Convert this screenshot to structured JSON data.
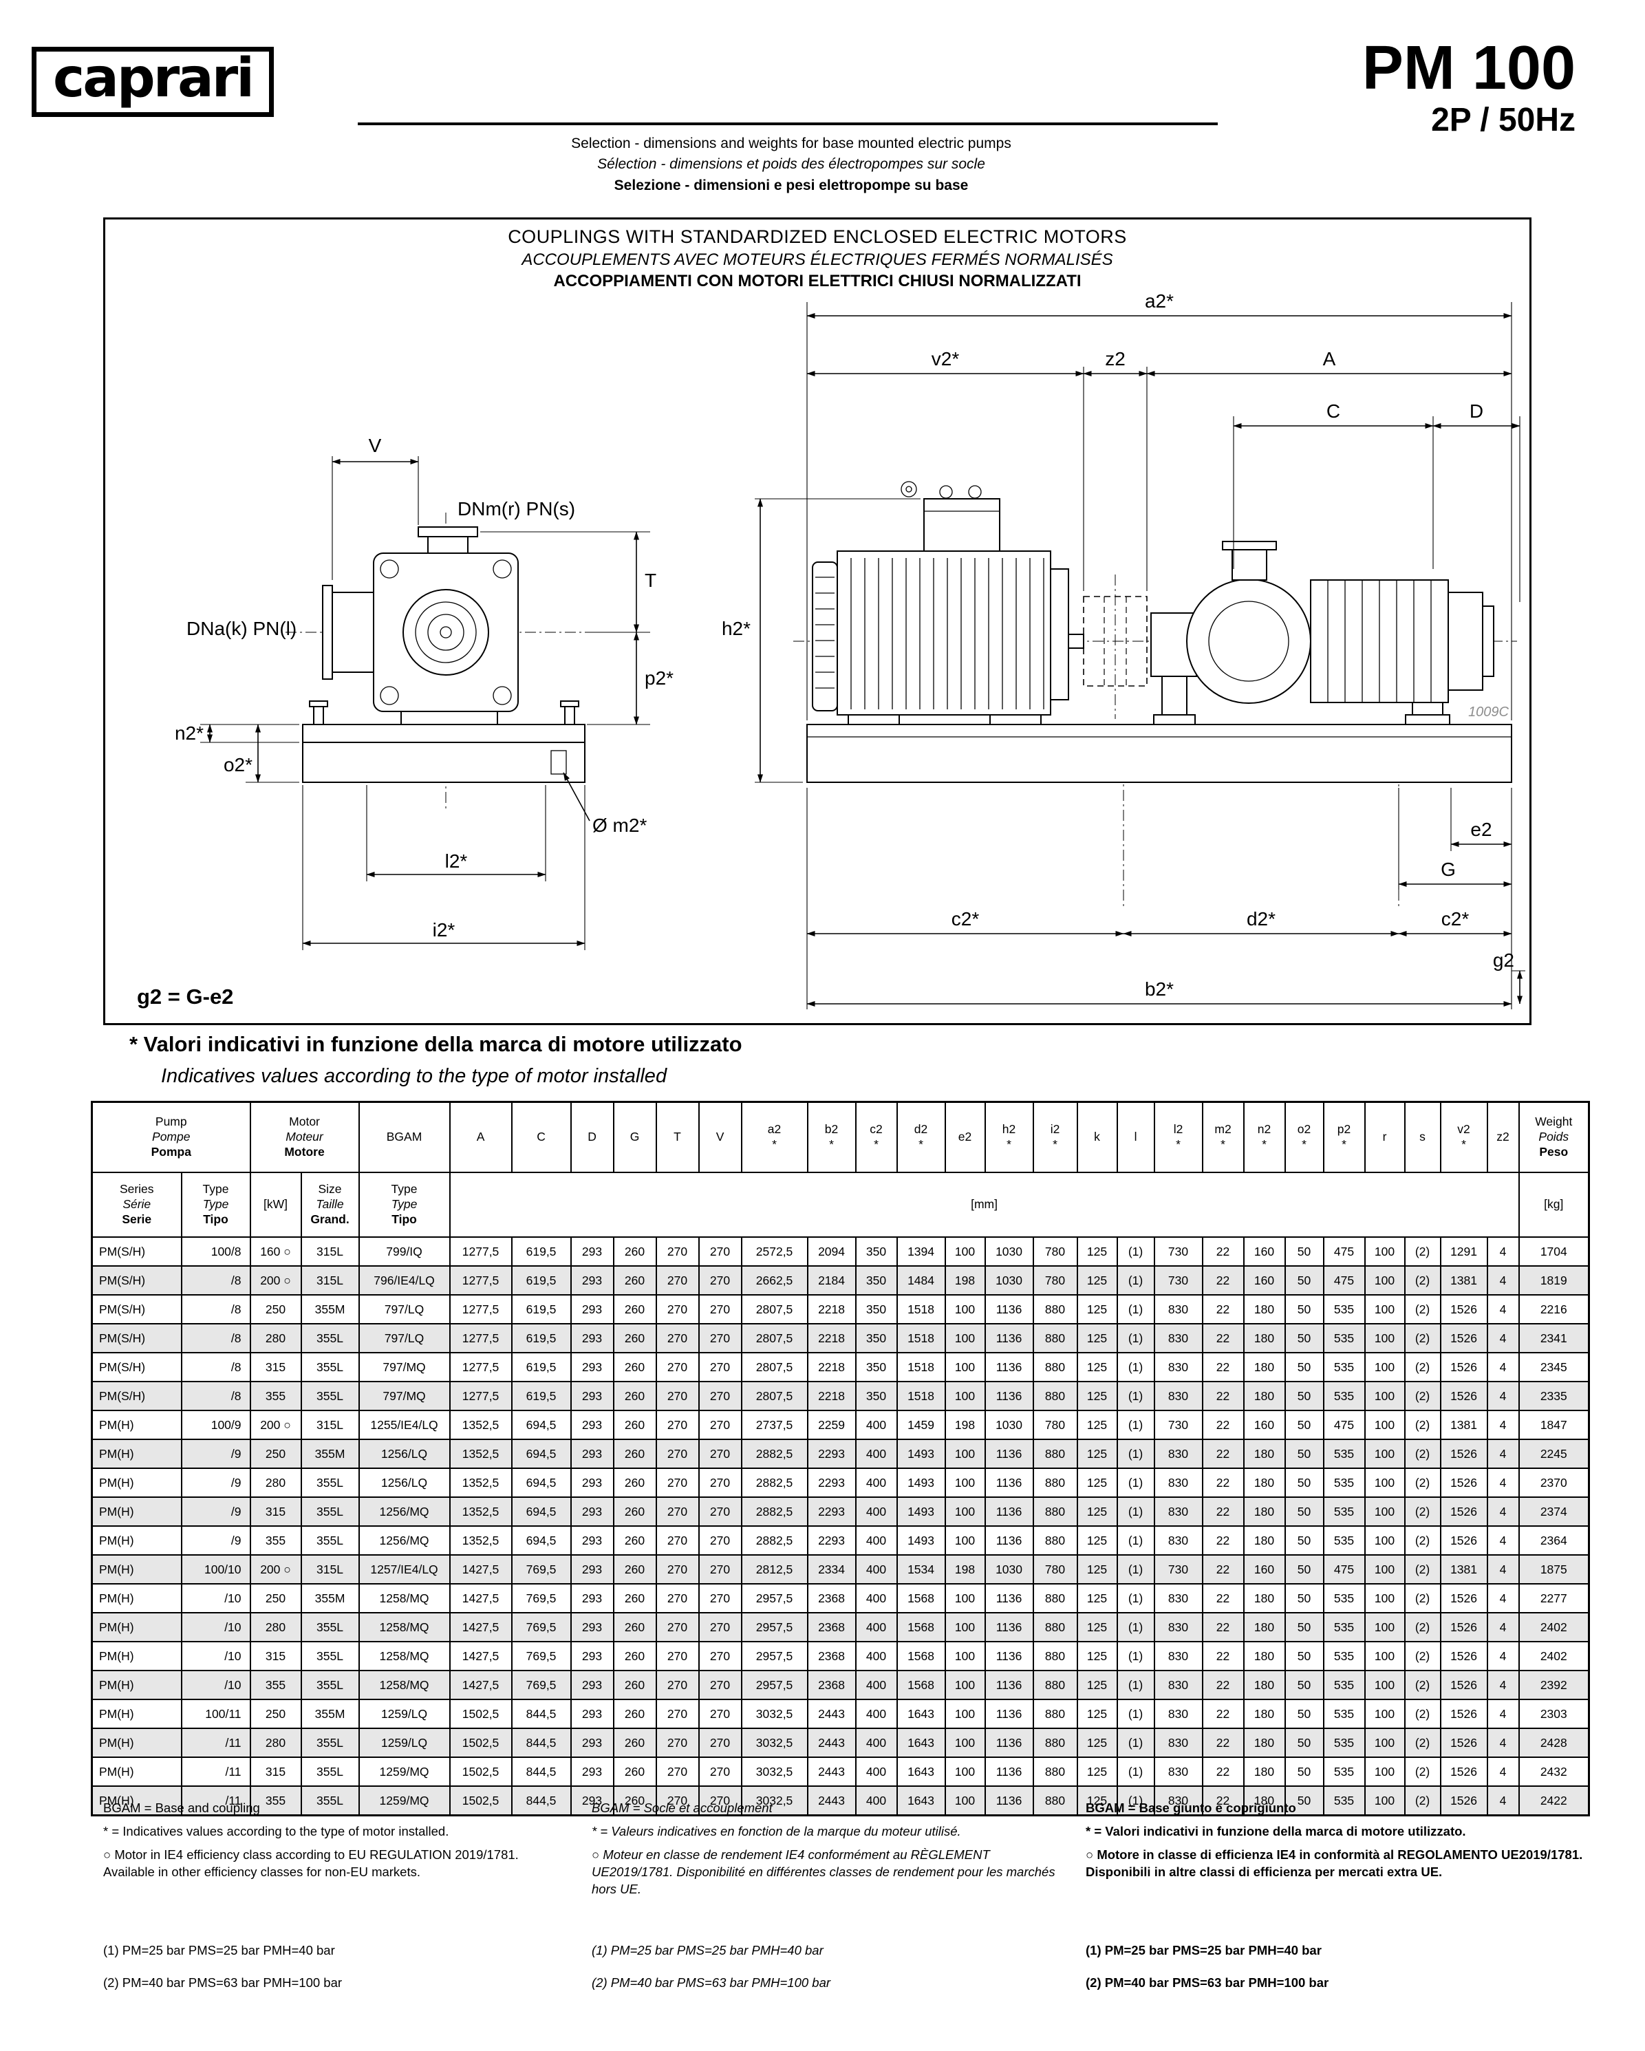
{
  "meta": {
    "brand": "caprari",
    "model": "PM 100",
    "spec": "2P / 50Hz"
  },
  "header": {
    "subtitle_en": "Selection - dimensions and weights for base mounted electric pumps",
    "subtitle_fr": "Sélection - dimensions et poids des électropompes sur socle",
    "subtitle_it": "Selezione - dimensioni e pesi elettropompe su base"
  },
  "drawing": {
    "title_en": "COUPLINGS WITH STANDARDIZED ENCLOSED ELECTRIC MOTORS",
    "title_fr": "ACCOUPLEMENTS AVEC MOTEURS ÉLECTRIQUES FERMÉS NORMALISÉS",
    "title_it": "ACCOPPIAMENTI CON MOTORI ELETTRICI CHIUSI NORMALIZZATI",
    "note_it": "* Valori indicativi in funzione della marca di motore utilizzato",
    "note_en": "Indicatives values according to the type of motor installed",
    "labels": {
      "a2": "a2*",
      "v2": "v2*",
      "z2": "z2",
      "A": "A",
      "C": "C",
      "D": "D",
      "V": "V",
      "dnm": "DNm(r) PN(s)",
      "T": "T",
      "h2": "h2*",
      "dna": "DNa(k) PN(l)",
      "p2": "p2*",
      "n2": "n2*",
      "o2": "o2*",
      "m2": "Ø m2*",
      "l2": "l2*",
      "i2": "i2*",
      "c2_left": "c2*",
      "d2": "d2*",
      "c2_right": "c2*",
      "b2": "b2*",
      "e2": "e2",
      "G": "G",
      "g2": "g2",
      "g2_formula": "g2 = G-e2",
      "drawing_ref": "1009C"
    }
  },
  "table": {
    "head": {
      "pump": [
        "Pump",
        "Pompe",
        "Pompa"
      ],
      "motor": [
        "Motor",
        "Moteur",
        "Motore"
      ],
      "bgam": "BGAM",
      "weight": [
        "Weight",
        "Poids",
        "Peso"
      ],
      "series": [
        "Series",
        "Série",
        "Serie"
      ],
      "type": [
        "Type",
        "Type",
        "Tipo"
      ],
      "kw": "[kW]",
      "size": [
        "Size",
        "Taille",
        "Grand."
      ],
      "bgam_type": [
        "Type",
        "Type",
        "Tipo"
      ],
      "mm": "[mm]",
      "kg": "[kg]",
      "dims": [
        {
          "n": "A"
        },
        {
          "n": "C"
        },
        {
          "n": "D"
        },
        {
          "n": "G"
        },
        {
          "n": "T"
        },
        {
          "n": "V"
        },
        {
          "n": "a2",
          "s": true
        },
        {
          "n": "b2",
          "s": true
        },
        {
          "n": "c2",
          "s": true
        },
        {
          "n": "d2",
          "s": true
        },
        {
          "n": "e2"
        },
        {
          "n": "h2",
          "s": true
        },
        {
          "n": "i2",
          "s": true
        },
        {
          "n": "k"
        },
        {
          "n": "l"
        },
        {
          "n": "l2",
          "s": true
        },
        {
          "n": "m2",
          "s": true
        },
        {
          "n": "n2",
          "s": true
        },
        {
          "n": "o2",
          "s": true
        },
        {
          "n": "p2",
          "s": true
        },
        {
          "n": "r"
        },
        {
          "n": "s"
        },
        {
          "n": "v2",
          "s": true
        },
        {
          "n": "z2"
        }
      ]
    },
    "rows": [
      {
        "series": "PM(S/H)",
        "type": "100/8",
        "kw": "160 ○",
        "size": "315L",
        "bgam": "799/IQ",
        "dims": [
          "1277,5",
          "619,5",
          "293",
          "260",
          "270",
          "270",
          "2572,5",
          "2094",
          "350",
          "1394",
          "100",
          "1030",
          "780",
          "125",
          "(1)",
          "730",
          "22",
          "160",
          "50",
          "475",
          "100",
          "(2)",
          "1291",
          "4"
        ],
        "weight": "1704"
      },
      {
        "series": "PM(S/H)",
        "type": "/8",
        "kw": "200 ○",
        "size": "315L",
        "bgam": "796/IE4/LQ",
        "dims": [
          "1277,5",
          "619,5",
          "293",
          "260",
          "270",
          "270",
          "2662,5",
          "2184",
          "350",
          "1484",
          "198",
          "1030",
          "780",
          "125",
          "(1)",
          "730",
          "22",
          "160",
          "50",
          "475",
          "100",
          "(2)",
          "1381",
          "4"
        ],
        "weight": "1819"
      },
      {
        "series": "PM(S/H)",
        "type": "/8",
        "kw": "250",
        "size": "355M",
        "bgam": "797/LQ",
        "dims": [
          "1277,5",
          "619,5",
          "293",
          "260",
          "270",
          "270",
          "2807,5",
          "2218",
          "350",
          "1518",
          "100",
          "1136",
          "880",
          "125",
          "(1)",
          "830",
          "22",
          "180",
          "50",
          "535",
          "100",
          "(2)",
          "1526",
          "4"
        ],
        "weight": "2216"
      },
      {
        "series": "PM(S/H)",
        "type": "/8",
        "kw": "280",
        "size": "355L",
        "bgam": "797/LQ",
        "dims": [
          "1277,5",
          "619,5",
          "293",
          "260",
          "270",
          "270",
          "2807,5",
          "2218",
          "350",
          "1518",
          "100",
          "1136",
          "880",
          "125",
          "(1)",
          "830",
          "22",
          "180",
          "50",
          "535",
          "100",
          "(2)",
          "1526",
          "4"
        ],
        "weight": "2341"
      },
      {
        "series": "PM(S/H)",
        "type": "/8",
        "kw": "315",
        "size": "355L",
        "bgam": "797/MQ",
        "dims": [
          "1277,5",
          "619,5",
          "293",
          "260",
          "270",
          "270",
          "2807,5",
          "2218",
          "350",
          "1518",
          "100",
          "1136",
          "880",
          "125",
          "(1)",
          "830",
          "22",
          "180",
          "50",
          "535",
          "100",
          "(2)",
          "1526",
          "4"
        ],
        "weight": "2345"
      },
      {
        "series": "PM(S/H)",
        "type": "/8",
        "kw": "355",
        "size": "355L",
        "bgam": "797/MQ",
        "dims": [
          "1277,5",
          "619,5",
          "293",
          "260",
          "270",
          "270",
          "2807,5",
          "2218",
          "350",
          "1518",
          "100",
          "1136",
          "880",
          "125",
          "(1)",
          "830",
          "22",
          "180",
          "50",
          "535",
          "100",
          "(2)",
          "1526",
          "4"
        ],
        "weight": "2335"
      },
      {
        "series": "PM(H)",
        "type": "100/9",
        "kw": "200 ○",
        "size": "315L",
        "bgam": "1255/IE4/LQ",
        "dims": [
          "1352,5",
          "694,5",
          "293",
          "260",
          "270",
          "270",
          "2737,5",
          "2259",
          "400",
          "1459",
          "198",
          "1030",
          "780",
          "125",
          "(1)",
          "730",
          "22",
          "160",
          "50",
          "475",
          "100",
          "(2)",
          "1381",
          "4"
        ],
        "weight": "1847"
      },
      {
        "series": "PM(H)",
        "type": "/9",
        "kw": "250",
        "size": "355M",
        "bgam": "1256/LQ",
        "dims": [
          "1352,5",
          "694,5",
          "293",
          "260",
          "270",
          "270",
          "2882,5",
          "2293",
          "400",
          "1493",
          "100",
          "1136",
          "880",
          "125",
          "(1)",
          "830",
          "22",
          "180",
          "50",
          "535",
          "100",
          "(2)",
          "1526",
          "4"
        ],
        "weight": "2245"
      },
      {
        "series": "PM(H)",
        "type": "/9",
        "kw": "280",
        "size": "355L",
        "bgam": "1256/LQ",
        "dims": [
          "1352,5",
          "694,5",
          "293",
          "260",
          "270",
          "270",
          "2882,5",
          "2293",
          "400",
          "1493",
          "100",
          "1136",
          "880",
          "125",
          "(1)",
          "830",
          "22",
          "180",
          "50",
          "535",
          "100",
          "(2)",
          "1526",
          "4"
        ],
        "weight": "2370"
      },
      {
        "series": "PM(H)",
        "type": "/9",
        "kw": "315",
        "size": "355L",
        "bgam": "1256/MQ",
        "dims": [
          "1352,5",
          "694,5",
          "293",
          "260",
          "270",
          "270",
          "2882,5",
          "2293",
          "400",
          "1493",
          "100",
          "1136",
          "880",
          "125",
          "(1)",
          "830",
          "22",
          "180",
          "50",
          "535",
          "100",
          "(2)",
          "1526",
          "4"
        ],
        "weight": "2374"
      },
      {
        "series": "PM(H)",
        "type": "/9",
        "kw": "355",
        "size": "355L",
        "bgam": "1256/MQ",
        "dims": [
          "1352,5",
          "694,5",
          "293",
          "260",
          "270",
          "270",
          "2882,5",
          "2293",
          "400",
          "1493",
          "100",
          "1136",
          "880",
          "125",
          "(1)",
          "830",
          "22",
          "180",
          "50",
          "535",
          "100",
          "(2)",
          "1526",
          "4"
        ],
        "weight": "2364"
      },
      {
        "series": "PM(H)",
        "type": "100/10",
        "kw": "200 ○",
        "size": "315L",
        "bgam": "1257/IE4/LQ",
        "dims": [
          "1427,5",
          "769,5",
          "293",
          "260",
          "270",
          "270",
          "2812,5",
          "2334",
          "400",
          "1534",
          "198",
          "1030",
          "780",
          "125",
          "(1)",
          "730",
          "22",
          "160",
          "50",
          "475",
          "100",
          "(2)",
          "1381",
          "4"
        ],
        "weight": "1875"
      },
      {
        "series": "PM(H)",
        "type": "/10",
        "kw": "250",
        "size": "355M",
        "bgam": "1258/MQ",
        "dims": [
          "1427,5",
          "769,5",
          "293",
          "260",
          "270",
          "270",
          "2957,5",
          "2368",
          "400",
          "1568",
          "100",
          "1136",
          "880",
          "125",
          "(1)",
          "830",
          "22",
          "180",
          "50",
          "535",
          "100",
          "(2)",
          "1526",
          "4"
        ],
        "weight": "2277"
      },
      {
        "series": "PM(H)",
        "type": "/10",
        "kw": "280",
        "size": "355L",
        "bgam": "1258/MQ",
        "dims": [
          "1427,5",
          "769,5",
          "293",
          "260",
          "270",
          "270",
          "2957,5",
          "2368",
          "400",
          "1568",
          "100",
          "1136",
          "880",
          "125",
          "(1)",
          "830",
          "22",
          "180",
          "50",
          "535",
          "100",
          "(2)",
          "1526",
          "4"
        ],
        "weight": "2402"
      },
      {
        "series": "PM(H)",
        "type": "/10",
        "kw": "315",
        "size": "355L",
        "bgam": "1258/MQ",
        "dims": [
          "1427,5",
          "769,5",
          "293",
          "260",
          "270",
          "270",
          "2957,5",
          "2368",
          "400",
          "1568",
          "100",
          "1136",
          "880",
          "125",
          "(1)",
          "830",
          "22",
          "180",
          "50",
          "535",
          "100",
          "(2)",
          "1526",
          "4"
        ],
        "weight": "2402"
      },
      {
        "series": "PM(H)",
        "type": "/10",
        "kw": "355",
        "size": "355L",
        "bgam": "1258/MQ",
        "dims": [
          "1427,5",
          "769,5",
          "293",
          "260",
          "270",
          "270",
          "2957,5",
          "2368",
          "400",
          "1568",
          "100",
          "1136",
          "880",
          "125",
          "(1)",
          "830",
          "22",
          "180",
          "50",
          "535",
          "100",
          "(2)",
          "1526",
          "4"
        ],
        "weight": "2392"
      },
      {
        "series": "PM(H)",
        "type": "100/11",
        "kw": "250",
        "size": "355M",
        "bgam": "1259/LQ",
        "dims": [
          "1502,5",
          "844,5",
          "293",
          "260",
          "270",
          "270",
          "3032,5",
          "2443",
          "400",
          "1643",
          "100",
          "1136",
          "880",
          "125",
          "(1)",
          "830",
          "22",
          "180",
          "50",
          "535",
          "100",
          "(2)",
          "1526",
          "4"
        ],
        "weight": "2303"
      },
      {
        "series": "PM(H)",
        "type": "/11",
        "kw": "280",
        "size": "355L",
        "bgam": "1259/LQ",
        "dims": [
          "1502,5",
          "844,5",
          "293",
          "260",
          "270",
          "270",
          "3032,5",
          "2443",
          "400",
          "1643",
          "100",
          "1136",
          "880",
          "125",
          "(1)",
          "830",
          "22",
          "180",
          "50",
          "535",
          "100",
          "(2)",
          "1526",
          "4"
        ],
        "weight": "2428"
      },
      {
        "series": "PM(H)",
        "type": "/11",
        "kw": "315",
        "size": "355L",
        "bgam": "1259/MQ",
        "dims": [
          "1502,5",
          "844,5",
          "293",
          "260",
          "270",
          "270",
          "3032,5",
          "2443",
          "400",
          "1643",
          "100",
          "1136",
          "880",
          "125",
          "(1)",
          "830",
          "22",
          "180",
          "50",
          "535",
          "100",
          "(2)",
          "1526",
          "4"
        ],
        "weight": "2432"
      },
      {
        "series": "PM(H)",
        "type": "/11",
        "kw": "355",
        "size": "355L",
        "bgam": "1259/MQ",
        "dims": [
          "1502,5",
          "844,5",
          "293",
          "260",
          "270",
          "270",
          "3032,5",
          "2443",
          "400",
          "1643",
          "100",
          "1136",
          "880",
          "125",
          "(1)",
          "830",
          "22",
          "180",
          "50",
          "535",
          "100",
          "(2)",
          "1526",
          "4"
        ],
        "weight": "2422"
      }
    ]
  },
  "footnotes": {
    "en": {
      "notes": [
        "BGAM = Base and coupling",
        "* = Indicatives values according to the type of motor installed.",
        "○ Motor in IE4 efficiency class according to EU REGULATION 2019/1781. Available in other efficiency classes for non-EU markets."
      ],
      "pressures": [
        "(1) PM=25 bar  PMS=25 bar  PMH=40 bar",
        "(2) PM=40 bar  PMS=63 bar  PMH=100 bar"
      ]
    },
    "fr": {
      "notes": [
        "BGAM = Socle et accouplement",
        "* = Valeurs indicatives en fonction de la marque du moteur utilisé.",
        "○ Moteur en classe de rendement IE4 conformément au RÈGLEMENT UE2019/1781. Disponibilité en différentes classes de rendement pour les marchés hors UE."
      ],
      "pressures": [
        "(1) PM=25 bar  PMS=25 bar  PMH=40 bar",
        "(2) PM=40 bar  PMS=63 bar  PMH=100 bar"
      ]
    },
    "it": {
      "notes": [
        "BGAM = Base giunto e coprigiunto",
        "* = Valori indicativi in funzione della marca di motore utilizzato.",
        "○ Motore in classe di efficienza IE4 in conformità al REGOLAMENTO UE2019/1781. Disponibili in altre classi di efficienza per mercati extra UE."
      ],
      "pressures": [
        "(1) PM=25 bar  PMS=25 bar  PMH=40 bar",
        "(2) PM=40 bar  PMS=63 bar  PMH=100 bar"
      ]
    }
  }
}
